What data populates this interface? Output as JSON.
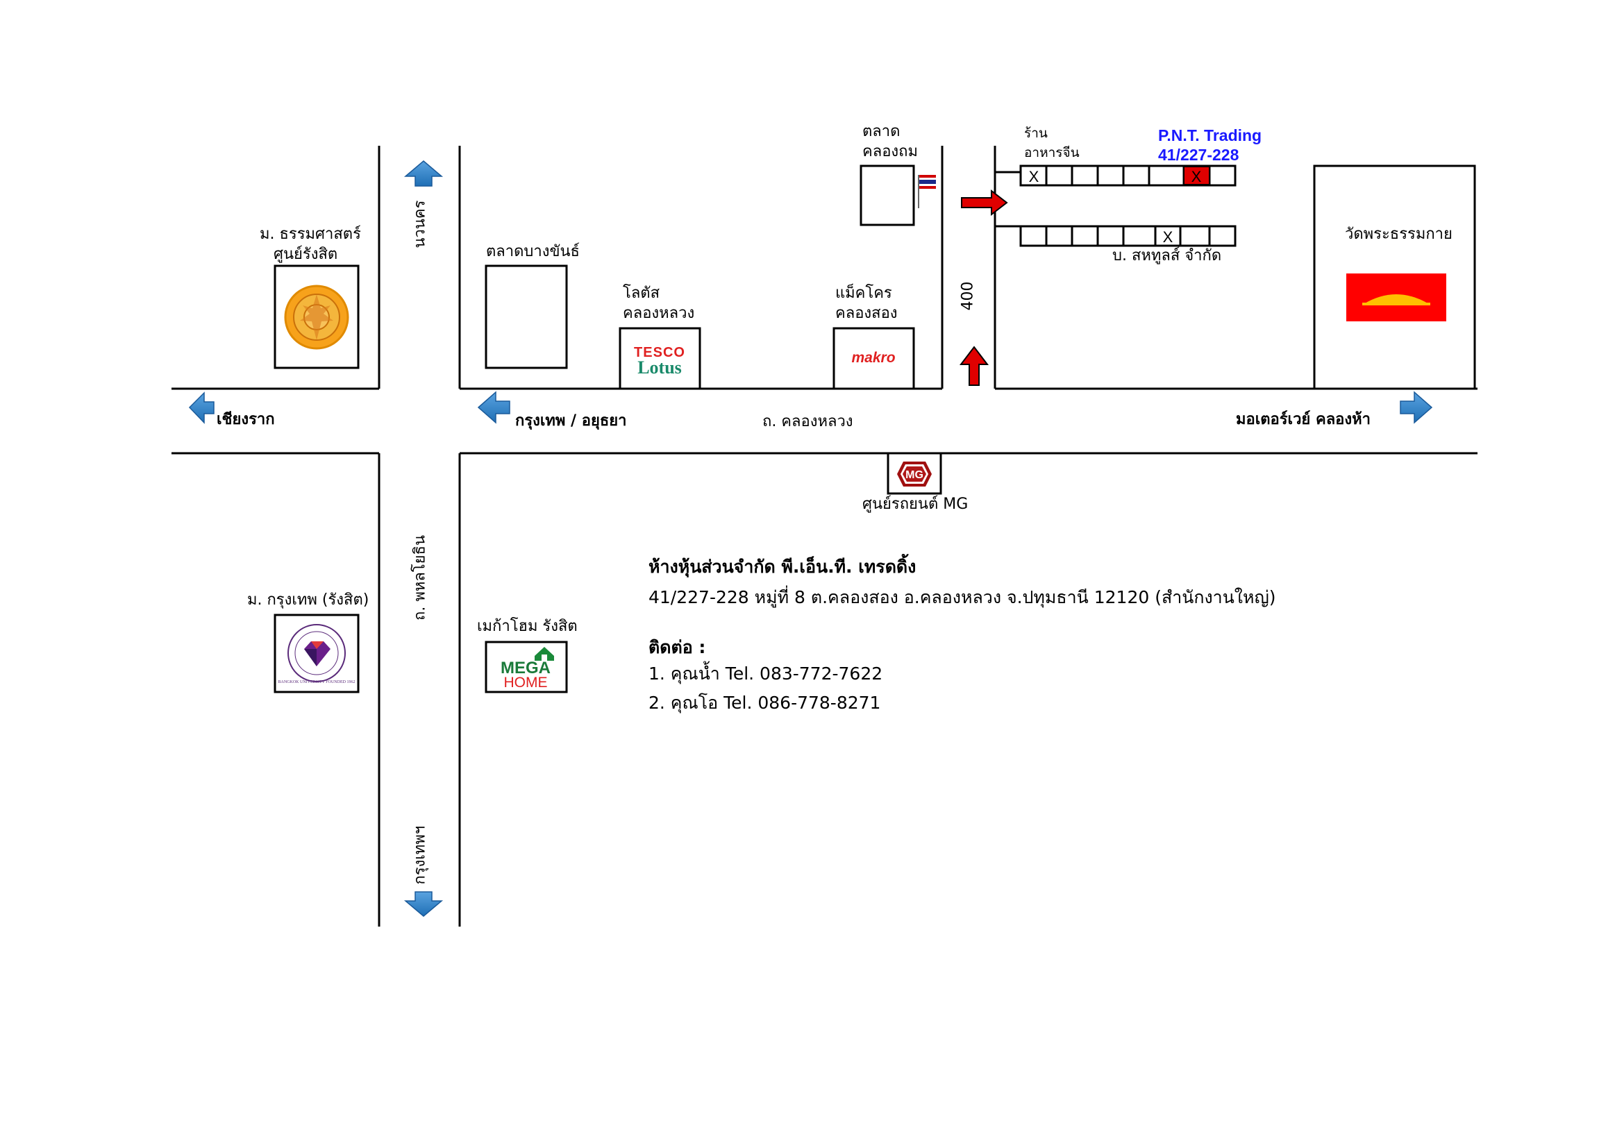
{
  "places": {
    "thammasat": "ม. ธรรมศาสตร์",
    "thammasat_sub": "ศูนย์รังสิต",
    "bangkhan_market": "ตลาดบางขันธ์",
    "lotus": "โลตัส",
    "lotus_sub": "คลองหลวง",
    "makro": "แม็คโคร",
    "makro_sub": "คลองสอง",
    "khlongthom_market": "ตลาด",
    "khlongthom_market_sub": "คลองถม",
    "chinese_restaurant": "ร้าน",
    "chinese_restaurant_sub": "อาหารจีน",
    "pnt_name": "P.N.T. Trading",
    "pnt_number": "41/227-228",
    "sahathai": "บ. สหทูลส์ จำกัด",
    "wat": "วัดพระธรรมกาย",
    "mg_center": "ศูนย์รถยนต์ MG",
    "bangkok_u": "ม. กรุงเทพ (รังสิต)",
    "megahome": "เมก้าโฮม รังสิต"
  },
  "roads": {
    "nawanakhon": "นวนคร",
    "phahonyothin": "ถ. พหลโยธิน",
    "krungthep_south": "กรุงเทพฯ",
    "road_400": "400",
    "khlongluang": "ถ. คลองหลวง"
  },
  "directions": {
    "chiang_rak": "เชียงราก",
    "bangkok_ayutthaya": "กรุงเทพ / อยุธยา",
    "motorway": "มอเตอร์เวย์ คลองห้า"
  },
  "logos": {
    "tesco": "TESCO",
    "lotus": "Lotus",
    "makro": "makro",
    "mega": "MEGA",
    "home": "HOME",
    "mg": "MG",
    "bu": "BANGKOK UNIVERSITY FOUNDED 1962"
  },
  "shop_marks": {
    "x_mark": "X"
  },
  "company": {
    "name": "ห้างหุ้นส่วนจำกัด พี.เอ็น.ที. เทรดดิ้ง",
    "address": "41/227-228 หมู่ที่ 8 ต.คลองสอง อ.คลองหลวง จ.ปทุมธานี 12120 (สำนักงานใหญ่)",
    "contact_label": "ติดต่อ :",
    "contact_1": "1. คุณน้ำ Tel. 083-772-7622",
    "contact_2": "2. คุณโอ Tel. 086-778-8271"
  },
  "colors": {
    "arrow_blue": "#2f80c6",
    "arrow_red": "#e00000",
    "pnt_blue": "#1a1aff",
    "highlight_red": "#e00000",
    "wat_red": "#ff0000",
    "wat_yellow": "#ffc000"
  }
}
